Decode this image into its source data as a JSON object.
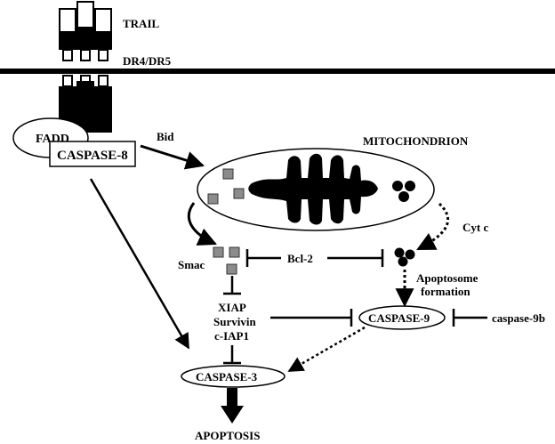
{
  "labels": {
    "trail": "TRAIL",
    "receptor": "DR4/DR5",
    "fadd": "FADD",
    "caspase8": "CASPASE-8",
    "bid": "Bid",
    "mitochondrion": "MITOCHONDRION",
    "cytc": "Cyt c",
    "smac": "Smac",
    "bcl2": "Bcl-2",
    "apoptosome_line1": "Apoptosome",
    "apoptosome_line2": "formation",
    "xiap": "XIAP",
    "survivin": "Survivin",
    "ciap1": "c-IAP1",
    "caspase9": "CASPASE-9",
    "caspase9b": "caspase-9b",
    "caspase3": "CASPASE-3",
    "apoptosis": "APOPTOSIS"
  },
  "colors": {
    "ink": "#000000",
    "smac_fill": "#8c8c8c",
    "background": "#ffffff"
  }
}
